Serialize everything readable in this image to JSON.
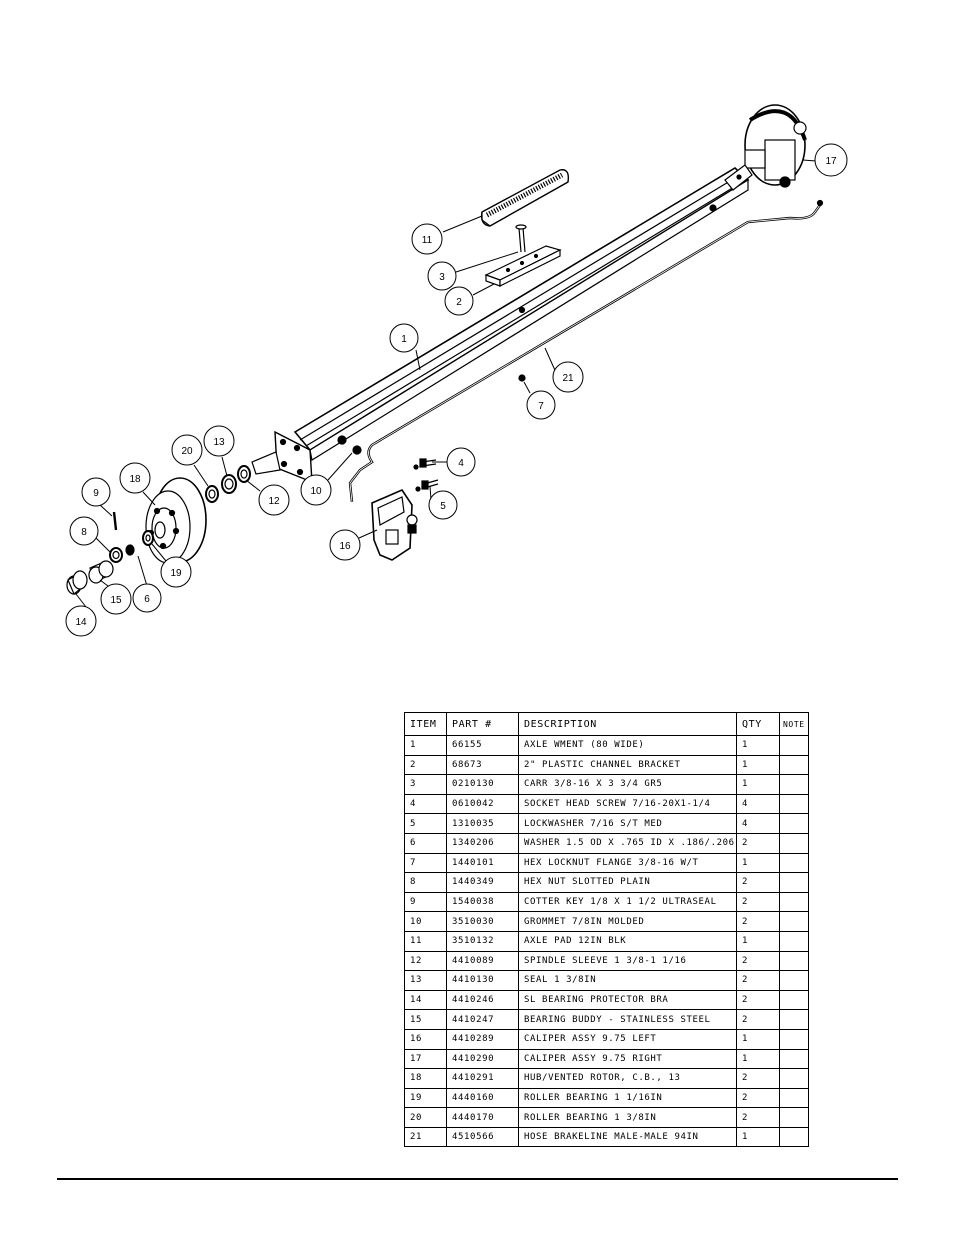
{
  "callouts": [
    {
      "label": "1"
    },
    {
      "label": "2"
    },
    {
      "label": "3"
    },
    {
      "label": "4"
    },
    {
      "label": "5"
    },
    {
      "label": "6"
    },
    {
      "label": "7"
    },
    {
      "label": "8"
    },
    {
      "label": "9"
    },
    {
      "label": "10"
    },
    {
      "label": "11"
    },
    {
      "label": "12"
    },
    {
      "label": "13"
    },
    {
      "label": "14"
    },
    {
      "label": "15"
    },
    {
      "label": "16"
    },
    {
      "label": "17"
    },
    {
      "label": "18"
    },
    {
      "label": "19"
    },
    {
      "label": "20"
    },
    {
      "label": "21"
    }
  ],
  "table": {
    "headers": {
      "item": "ITEM",
      "part": "PART #",
      "description": "DESCRIPTION",
      "qty": "QTY",
      "note": "NOTE"
    },
    "rows": [
      {
        "item": "1",
        "part": "66155",
        "description": "AXLE WMENT (80 WIDE)",
        "qty": "1",
        "note": ""
      },
      {
        "item": "2",
        "part": "68673",
        "description": "2\" PLASTIC CHANNEL BRACKET",
        "qty": "1",
        "note": ""
      },
      {
        "item": "3",
        "part": "0210130",
        "description": "CARR 3/8-16 X 3 3/4 GR5",
        "qty": "1",
        "note": ""
      },
      {
        "item": "4",
        "part": "0610042",
        "description": "SOCKET HEAD SCREW 7/16-20X1-1/4",
        "qty": "4",
        "note": ""
      },
      {
        "item": "5",
        "part": "1310035",
        "description": "LOCKWASHER 7/16 S/T MED",
        "qty": "4",
        "note": ""
      },
      {
        "item": "6",
        "part": "1340206",
        "description": "WASHER 1.5 OD X .765 ID X .186/.206",
        "qty": "2",
        "note": ""
      },
      {
        "item": "7",
        "part": "1440101",
        "description": "HEX LOCKNUT FLANGE 3/8-16 W/T",
        "qty": "1",
        "note": ""
      },
      {
        "item": "8",
        "part": "1440349",
        "description": "HEX NUT SLOTTED PLAIN",
        "qty": "2",
        "note": ""
      },
      {
        "item": "9",
        "part": "1540038",
        "description": "COTTER KEY 1/8 X 1 1/2 ULTRASEAL",
        "qty": "2",
        "note": ""
      },
      {
        "item": "10",
        "part": "3510030",
        "description": "GROMMET  7/8IN MOLDED",
        "qty": "2",
        "note": ""
      },
      {
        "item": "11",
        "part": "3510132",
        "description": "AXLE PAD 12IN  BLK",
        "qty": "1",
        "note": ""
      },
      {
        "item": "12",
        "part": "4410089",
        "description": "SPINDLE SLEEVE  1 3/8-1 1/16",
        "qty": "2",
        "note": ""
      },
      {
        "item": "13",
        "part": "4410130",
        "description": "SEAL  1 3/8IN",
        "qty": "2",
        "note": ""
      },
      {
        "item": "14",
        "part": "4410246",
        "description": "SL BEARING PROTECTOR BRA",
        "qty": "2",
        "note": ""
      },
      {
        "item": "15",
        "part": "4410247",
        "description": "BEARING BUDDY - STAINLESS STEEL",
        "qty": "2",
        "note": ""
      },
      {
        "item": "16",
        "part": "4410289",
        "description": "CALIPER ASSY 9.75 LEFT",
        "qty": "1",
        "note": ""
      },
      {
        "item": "17",
        "part": "4410290",
        "description": "CALIPER ASSY 9.75 RIGHT",
        "qty": "1",
        "note": ""
      },
      {
        "item": "18",
        "part": "4410291",
        "description": "HUB/VENTED ROTOR, C.B.,  13",
        "qty": "2",
        "note": ""
      },
      {
        "item": "19",
        "part": "4440160",
        "description": "ROLLER BEARING   1 1/16IN",
        "qty": "2",
        "note": ""
      },
      {
        "item": "20",
        "part": "4440170",
        "description": "ROLLER BEARING   1 3/8IN",
        "qty": "2",
        "note": ""
      },
      {
        "item": "21",
        "part": "4510566",
        "description": "HOSE BRAKELINE MALE-MALE 94IN",
        "qty": "1",
        "note": ""
      }
    ]
  }
}
